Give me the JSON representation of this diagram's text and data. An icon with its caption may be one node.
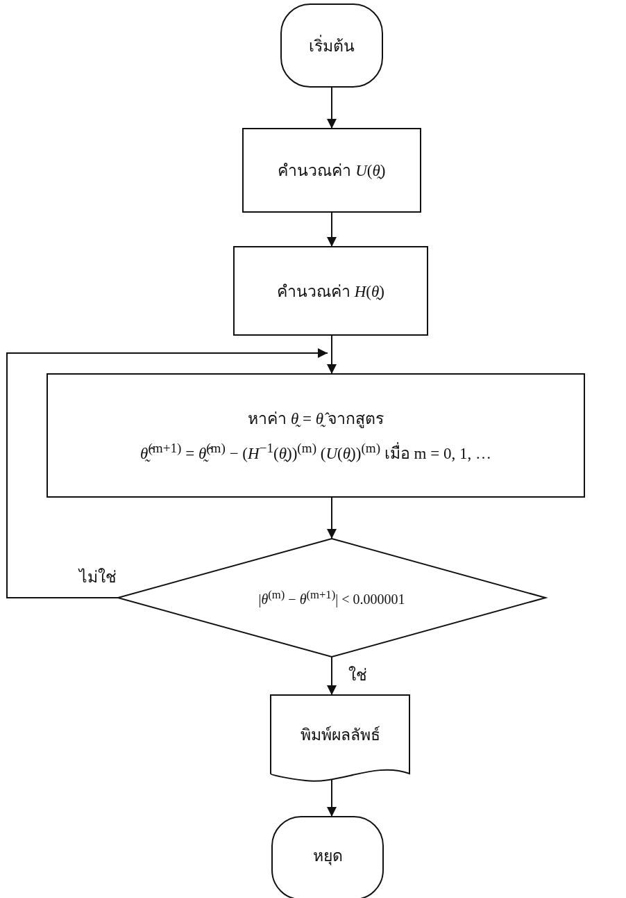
{
  "diagram": {
    "nodes": [
      {
        "text": [
          "เริ่มต้น"
        ]
      },
      {
        "text": [
          "คำนวณค่า *U*(*θ̰*)"
        ]
      },
      {
        "text": [
          "คำนวณค่า *H*(*θ̰*)"
        ]
      },
      {
        "text": [
          "หาค่า *θ̰* = *θ̰̂* จากสูตร",
          "*θ̰̂*$^{(m+1)}$ = *θ̰̂*$^{(m)}$ − (*H*$^{−1}$(*θ̰*))$^{(m)}$ (*U*(*θ̰*))$^{(m)}$ เมื่อ m = 0, 1, …"
        ]
      },
      {
        "text": [
          "|*θ*$^{(m)}$ − *θ*$^{(m+1)}$| < 0.000001"
        ]
      },
      {
        "text": [
          "พิมพ์ผลลัพธ์"
        ]
      },
      {
        "text": [
          "หยุด"
        ]
      }
    ],
    "edges": [
      {
        "from": 0,
        "to": 1,
        "arrow": "to"
      },
      {
        "from": 1,
        "to": 2,
        "arrow": "to"
      },
      {
        "from": 2,
        "to": 3,
        "arrow": "to"
      },
      {
        "from": 3,
        "to": 4,
        "arrow": "to"
      },
      {
        "from": 4,
        "to": 3,
        "arrow": "to",
        "label": "ไม่ใช่"
      },
      {
        "from": 4,
        "to": 5,
        "arrow": "to",
        "label": "ใช่"
      },
      {
        "from": 5,
        "to": 6,
        "arrow": "to"
      }
    ]
  }
}
